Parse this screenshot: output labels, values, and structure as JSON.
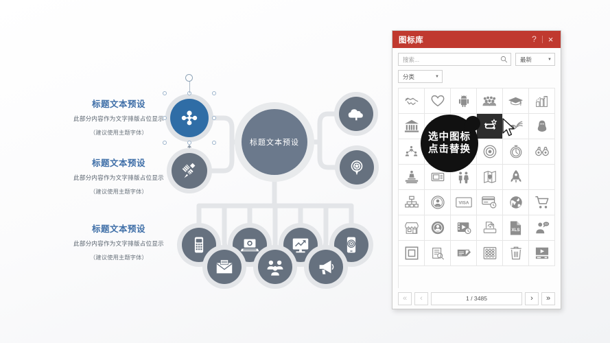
{
  "slide": {
    "hub_label": "标题文本预设",
    "text_blocks": [
      {
        "title": "标题文本预设",
        "body": "此部分内容作为文字排版占位显示",
        "note": "（建议使用主题字体）"
      },
      {
        "title": "标题文本预设",
        "body": "此部分内容作为文字排版占位显示",
        "note": "（建议使用主题字体）"
      },
      {
        "title": "标题文本预设",
        "body": "此部分内容作为文字排版占位显示",
        "note": "（建议使用主题字体）"
      }
    ],
    "nodes": [
      {
        "name": "network-share-icon",
        "selected": true
      },
      {
        "name": "satellite-icon",
        "selected": false
      },
      {
        "name": "cloud-upload-icon",
        "selected": false
      },
      {
        "name": "location-pin-star-icon",
        "selected": false
      },
      {
        "name": "mobile-calculator-icon",
        "selected": false
      },
      {
        "name": "laptop-icon",
        "selected": false
      },
      {
        "name": "monitor-chart-icon",
        "selected": false
      },
      {
        "name": "smartphone-target-icon",
        "selected": false
      },
      {
        "name": "mail-envelope-icon",
        "selected": false
      },
      {
        "name": "people-group-icon",
        "selected": false
      },
      {
        "name": "megaphone-icon",
        "selected": false
      }
    ],
    "colors": {
      "node": "#66717f",
      "node_selected": "#2f6da6",
      "hub": "#6b798c",
      "title_text": "#3f6fa8",
      "connector": "#e2e4e7"
    }
  },
  "panel": {
    "title": "图标库",
    "help_label": "?",
    "close_label": "×",
    "accent_color": "#c0392f",
    "search": {
      "placeholder": "搜索...",
      "value": "",
      "icon": "search-icon"
    },
    "sort": {
      "label": "最新",
      "caret": "▼"
    },
    "category": {
      "label": "分类",
      "caret": "▼"
    },
    "tooltip": {
      "line1": "选中图标",
      "line2": "点击替换"
    },
    "pagination": {
      "first_label": "«",
      "prev_label": "‹",
      "page_text": "1 / 3485",
      "next_label": "›",
      "last_label": "»"
    },
    "grid": {
      "columns": 6,
      "selected_index": 9,
      "icons": [
        "handshake-icon",
        "heart-icon",
        "android-icon",
        "crowd-icon",
        "graduation-cap-icon",
        "buildings-chart-icon",
        "bank-icon",
        "presentation-chart-icon",
        "people-group-icon",
        "swap-refresh-star-icon",
        "eye-lashes-icon",
        "penguin-icon",
        "org-people-icon",
        "clock-dollar-icon",
        "arrows-cycle-icon",
        "target-ring-icon",
        "stopwatch-icon",
        "binoculars-icon",
        "globe-shield-icon",
        "network-star-icon",
        "podium-icon",
        "tv-monitor-icon",
        "family-icon",
        "map-pin-icon",
        "rocket-icon",
        "sitemap-icon",
        "user-circle-icon",
        "visa-card-icon",
        "card-clock-icon",
        "globe-icon",
        "shopping-cart-icon",
        "storefront-icon",
        "badge-seal-icon",
        "film-clock-icon",
        "scan-doc-icon",
        "xls-file-icon",
        "user-speech-icon",
        "square-frame-icon",
        "clipboard-search-icon",
        "note-edit-icon",
        "dots-grid-icon",
        "trash-bin-icon",
        "video-play-icon"
      ],
      "labels": {
        "visa": "VISA",
        "xls": "XLS"
      }
    }
  }
}
